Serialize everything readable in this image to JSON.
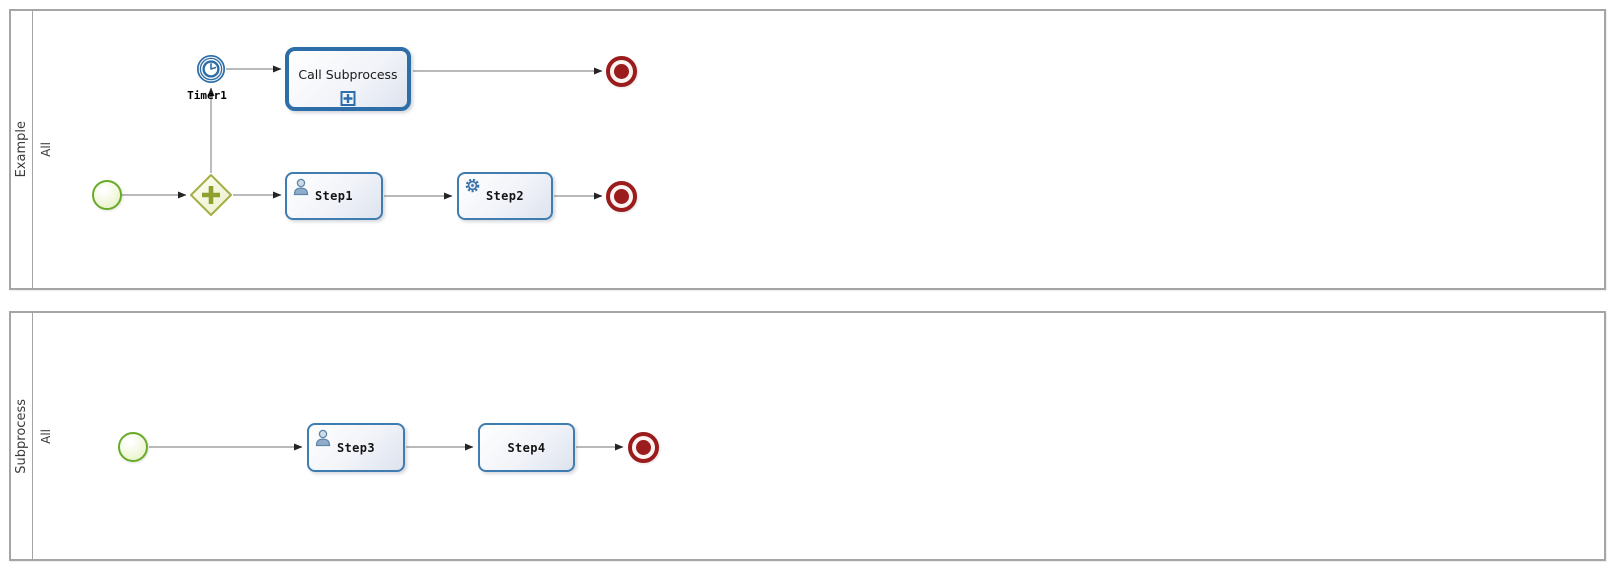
{
  "pools": [
    {
      "name": "Example",
      "lane": "All"
    },
    {
      "name": "Subprocess",
      "lane": "All"
    }
  ],
  "nodes": {
    "timer1": {
      "type": "timer-intermediate-event",
      "label": "Timer1",
      "icon": "timer-clock-icon"
    },
    "call_subprocess": {
      "type": "call-activity",
      "label": "Call Subprocess",
      "icon": "subprocess-plus-icon"
    },
    "step1": {
      "type": "user-task",
      "label": "Step1",
      "icon": "user-icon"
    },
    "step2": {
      "type": "service-task",
      "label": "Step2",
      "icon": "gear-icon"
    },
    "step3": {
      "type": "user-task",
      "label": "Step3",
      "icon": "user-icon"
    },
    "step4": {
      "type": "task",
      "label": "Step4"
    },
    "gateway1": {
      "type": "parallel-gateway",
      "icon": "plus-gateway-icon"
    },
    "start_events": {
      "count": 2,
      "type": "start-event"
    },
    "end_events": {
      "count": 3,
      "type": "end-event"
    }
  },
  "colors": {
    "task_border": "#3f7cb0",
    "call_activity_border": "#2d6da8",
    "timer_event": "#2e6da4",
    "start_event": "#68ab28",
    "end_event": "#9b1c1c",
    "gateway_border": "#a6ae46",
    "gateway_plus": "#90a02f",
    "flow_line": "#8f8f8f",
    "pool_border": "#a5a5a5"
  }
}
